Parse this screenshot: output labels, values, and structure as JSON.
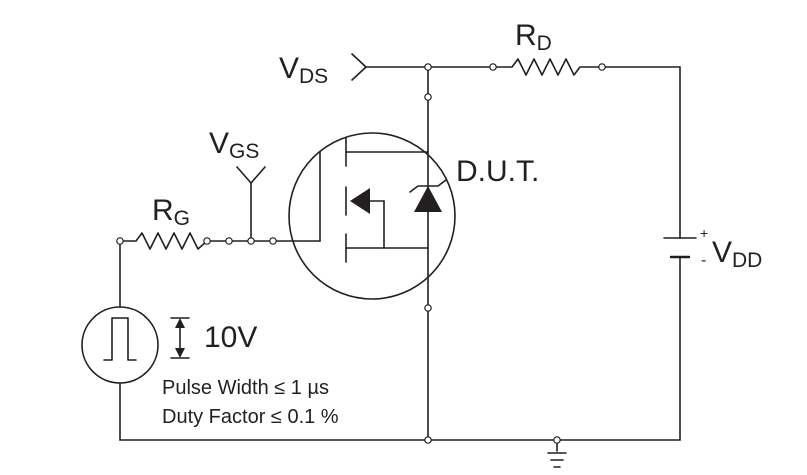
{
  "labels": {
    "vds": {
      "main": "V",
      "sub": "DS"
    },
    "rd": {
      "main": "R",
      "sub": "D"
    },
    "vgs": {
      "main": "V",
      "sub": "GS"
    },
    "rg": {
      "main": "R",
      "sub": "G"
    },
    "vdd": {
      "main": "V",
      "sub": "DD",
      "plus": "+",
      "minus": "-"
    },
    "dut": "D.U.T.",
    "pulse_amplitude": "10V",
    "pulse_width": "Pulse Width ≤ 1 µs",
    "duty_factor": "Duty Factor ≤ 0.1 %"
  }
}
